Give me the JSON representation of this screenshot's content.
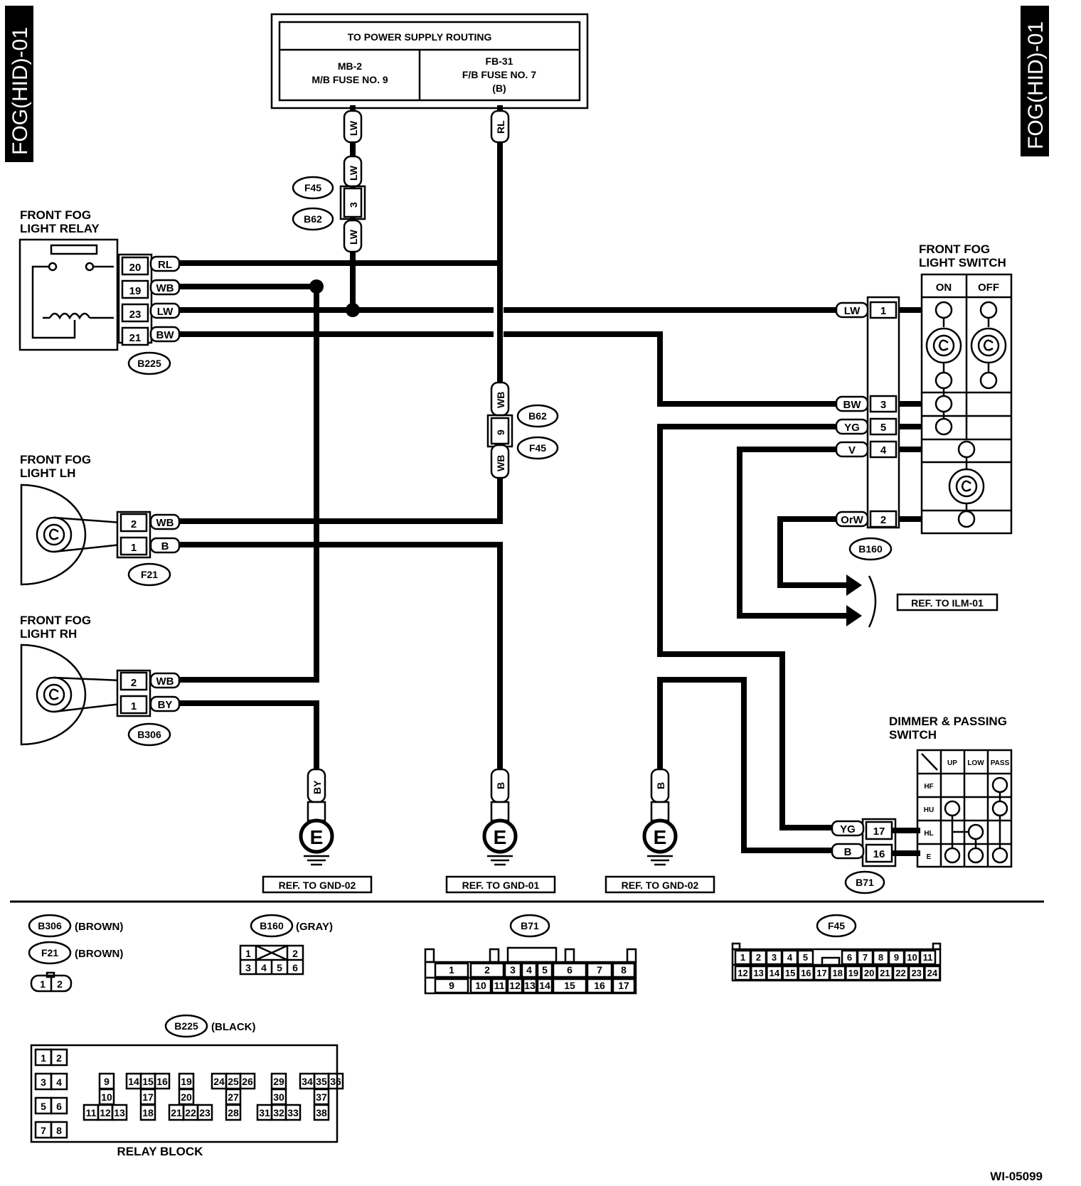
{
  "side_tag": "FOG(HID)-01",
  "power": {
    "title": "TO POWER SUPPLY ROUTING",
    "left_1": "MB-2",
    "left_2": "M/B FUSE NO. 9",
    "right_1": "FB-31",
    "right_2": "F/B FUSE NO. 7",
    "right_3": "(B)"
  },
  "wires": {
    "LW": "LW",
    "RL": "RL",
    "WB": "WB",
    "BW": "BW",
    "B": "B",
    "BY": "BY",
    "YG": "YG",
    "V": "V",
    "OrW": "OrW"
  },
  "connectors": {
    "F45": "F45",
    "B62": "B62",
    "B225": "B225",
    "F21": "F21",
    "B306": "B306",
    "B160": "B160",
    "B71": "B71"
  },
  "pins": {
    "p1": "1",
    "p2": "2",
    "p3": "3",
    "p4": "4",
    "p5": "5",
    "p9": "9",
    "p16": "16",
    "p17": "17",
    "p19": "19",
    "p20": "20",
    "p21": "21",
    "p23": "23"
  },
  "relay": {
    "line1": "FRONT FOG",
    "line2": "LIGHT RELAY"
  },
  "fog_lh": {
    "line1": "FRONT FOG",
    "line2": "LIGHT LH"
  },
  "fog_rh": {
    "line1": "FRONT FOG",
    "line2": "LIGHT RH"
  },
  "fog_switch": {
    "line1": "FRONT FOG",
    "line2": "LIGHT SWITCH",
    "on": "ON",
    "off": "OFF"
  },
  "dimmer": {
    "line1": "DIMMER & PASSING",
    "line2": "SWITCH",
    "col_up": "UP",
    "col_low": "LOW",
    "col_pass": "PASS",
    "row_hf": "HF",
    "row_hu": "HU",
    "row_hl": "HL",
    "row_e": "E"
  },
  "ground_symbol": "E",
  "refs": {
    "ilm": "REF. TO ILM-01",
    "gnd02_a": "REF. TO GND-02",
    "gnd01": "REF. TO GND-01",
    "gnd02_b": "REF. TO GND-02"
  },
  "legend": {
    "b306_color": "(BROWN)",
    "f21_color": "(BROWN)",
    "b160_color": "(GRAY)",
    "b225_color": "(BLACK)",
    "small_conn_pins": [
      "1",
      "2"
    ],
    "b160_pins_top": [
      "1",
      "2"
    ],
    "b160_pins_bottom": [
      "3",
      "4",
      "5",
      "6"
    ],
    "b71_top": [
      "1",
      "2",
      "3",
      "4",
      "5",
      "6",
      "7",
      "8"
    ],
    "b71_bottom": [
      "9",
      "10",
      "11",
      "12",
      "13",
      "14",
      "15",
      "16",
      "17"
    ],
    "f45_top": [
      "1",
      "2",
      "3",
      "4",
      "5",
      "6",
      "7",
      "8",
      "9",
      "10",
      "11"
    ],
    "f45_bottom": [
      "12",
      "13",
      "14",
      "15",
      "16",
      "17",
      "18",
      "19",
      "20",
      "21",
      "22",
      "23",
      "24"
    ],
    "relay_block_pins": [
      "1",
      "2",
      "3",
      "4",
      "5",
      "6",
      "7",
      "8",
      "9",
      "10",
      "11",
      "12",
      "13",
      "14",
      "15",
      "16",
      "17",
      "18",
      "19",
      "20",
      "21",
      "22",
      "23",
      "24",
      "25",
      "26",
      "27",
      "28",
      "29",
      "30",
      "31",
      "32",
      "33",
      "34",
      "35",
      "36",
      "37",
      "38"
    ],
    "relay_block_label": "RELAY BLOCK"
  },
  "figure_id": "WI-05099"
}
